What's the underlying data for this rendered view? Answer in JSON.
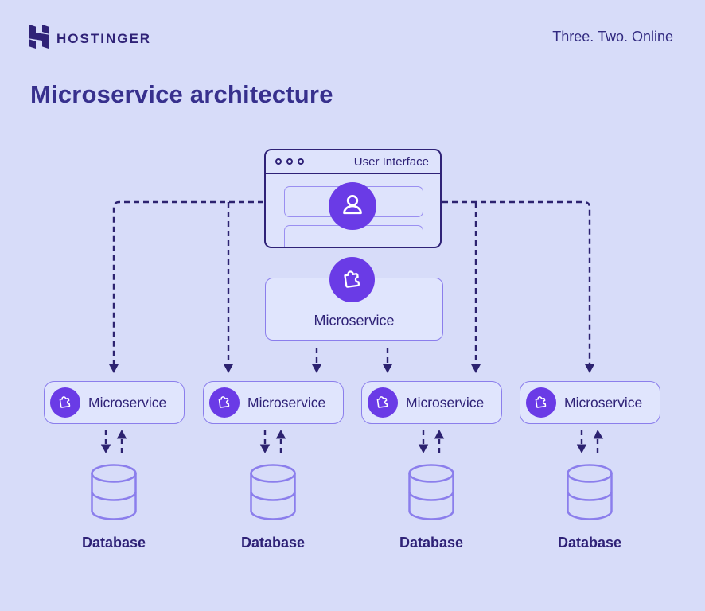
{
  "header": {
    "brand": "HOSTINGER",
    "tagline": "Three. Two. Online"
  },
  "page_title": "Microservice architecture",
  "ui_window": {
    "title": "User Interface"
  },
  "central_service": {
    "label": "Microservice"
  },
  "services": [
    {
      "label": "Microservice"
    },
    {
      "label": "Microservice"
    },
    {
      "label": "Microservice"
    },
    {
      "label": "Microservice"
    }
  ],
  "databases": [
    {
      "label": "Database"
    },
    {
      "label": "Database"
    },
    {
      "label": "Database"
    },
    {
      "label": "Database"
    }
  ],
  "colors": {
    "background": "#d7dcf9",
    "card_fill": "#e0e5fd",
    "card_border": "#8b7eec",
    "accent_purple": "#6a3be6",
    "dark_navy": "#2f2277",
    "icon_stroke": "#ffffff"
  }
}
